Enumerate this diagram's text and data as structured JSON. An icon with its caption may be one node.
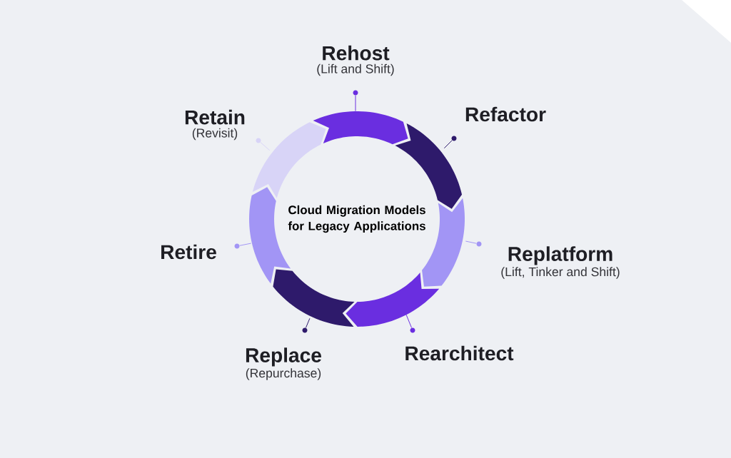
{
  "diagram": {
    "title": "Cloud Migration Models for Legacy Applications",
    "nodes": [
      {
        "text": [
          "Rehost",
          "(Lift and Shift)"
        ]
      },
      {
        "text": [
          "Refactor"
        ]
      },
      {
        "text": [
          "Replatform",
          "(Lift, Tinker and Shift)"
        ]
      },
      {
        "text": [
          "Rearchitect"
        ]
      },
      {
        "text": [
          "Replace",
          "(Repurchase)"
        ]
      },
      {
        "text": [
          "Retire"
        ]
      },
      {
        "text": [
          "Retain",
          "(Revisit)"
        ]
      },
      {
        "text": [],
        "shape": "arrow"
      },
      {
        "text": [],
        "shape": "arrow"
      },
      {
        "text": [],
        "shape": "arrow"
      },
      {
        "text": [],
        "shape": "arrow"
      },
      {
        "text": [],
        "shape": "arrow"
      },
      {
        "text": [],
        "shape": "arrow"
      },
      {
        "text": [],
        "shape": "arrow"
      },
      {
        "text": [],
        "shape": "circle"
      },
      {
        "text": [],
        "shape": "circle"
      },
      {
        "text": [],
        "shape": "circle"
      },
      {
        "text": [],
        "shape": "circle"
      },
      {
        "text": [],
        "shape": "circle"
      },
      {
        "text": [],
        "shape": "circle"
      },
      {
        "text": [],
        "shape": "circle"
      }
    ],
    "edges": [
      {
        "from": 14,
        "to": 7,
        "arrow": "none",
        "color": "#6a2ee0"
      },
      {
        "from": 15,
        "to": 8,
        "arrow": "none",
        "color": "#2e1a6b"
      },
      {
        "from": 16,
        "to": 9,
        "arrow": "none",
        "color": "#a295f5"
      },
      {
        "from": 17,
        "to": 10,
        "arrow": "none",
        "color": "#6a2ee0"
      },
      {
        "from": 18,
        "to": 11,
        "arrow": "none",
        "color": "#2e1a6b"
      },
      {
        "from": 19,
        "to": 12,
        "arrow": "none",
        "color": "#a295f5"
      },
      {
        "from": 20,
        "to": 13,
        "arrow": "none",
        "color": "#d8d4f7"
      }
    ]
  }
}
